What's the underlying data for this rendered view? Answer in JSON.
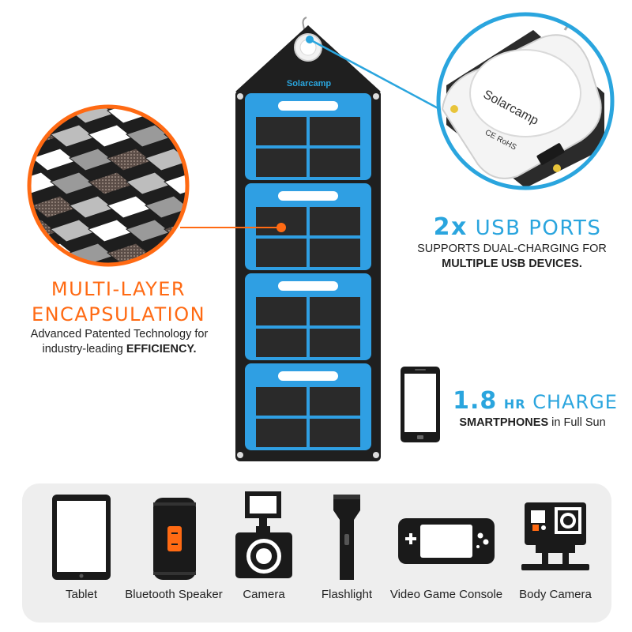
{
  "brand": {
    "logo_text": "Solarcamp"
  },
  "colors": {
    "accent_orange": "#ff6a13",
    "accent_blue": "#2aa5de",
    "panel_blue": "#2f9fe3",
    "cell_dark": "#2a2a2a",
    "strip_bg": "#eeeeee"
  },
  "encapsulation": {
    "title_line1": "MULTI-LAYER",
    "title_line2": "ENCAPSULATION",
    "desc_line1": "Advanced Patented Technology for",
    "desc_line2_prefix": "industry-leading ",
    "desc_line2_bold": "EFFICIENCY."
  },
  "usb": {
    "count": "2x",
    "title": "USB PORTS",
    "desc_line1": "SUPPORTS DUAL-CHARGING FOR",
    "desc_line2_bold": "MULTIPLE USB DEVICES.",
    "module_brand": "Solarcamp",
    "module_marks": "CE RoHS"
  },
  "charge": {
    "value": "1.8",
    "unit": "HR",
    "title": "CHARGE",
    "desc_bold": "SMARTPHONES",
    "desc_rest": " in Full Sun"
  },
  "devices": [
    {
      "label": "Tablet",
      "icon": "tablet-icon"
    },
    {
      "label": "Bluetooth Speaker",
      "icon": "speaker-icon"
    },
    {
      "label": "Camera",
      "icon": "camera-icon"
    },
    {
      "label": "Flashlight",
      "icon": "flashlight-icon"
    },
    {
      "label": "Video Game Console",
      "icon": "game-console-icon"
    },
    {
      "label": "Body Camera",
      "icon": "body-camera-icon"
    }
  ]
}
